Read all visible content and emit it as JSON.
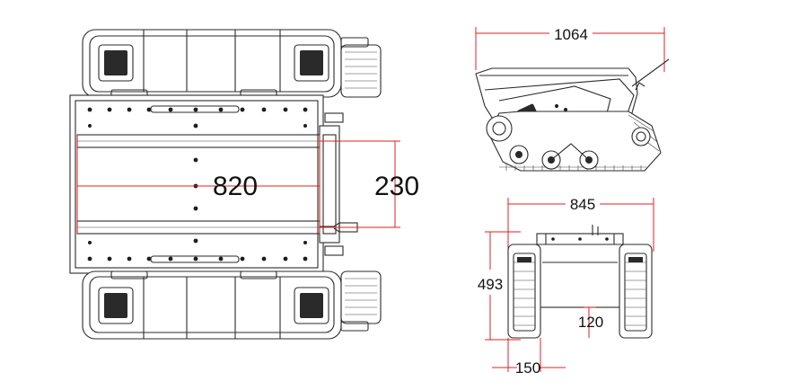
{
  "dimensions": {
    "top_view_length": "820",
    "top_view_width": "230",
    "side_view_length": "1064",
    "front_view_width": "845",
    "front_view_height": "493",
    "track_width": "150",
    "ground_clearance": "120"
  },
  "colors": {
    "dimension_line": "#e02020",
    "outline": "#2b2b2b",
    "background": "#ffffff"
  }
}
